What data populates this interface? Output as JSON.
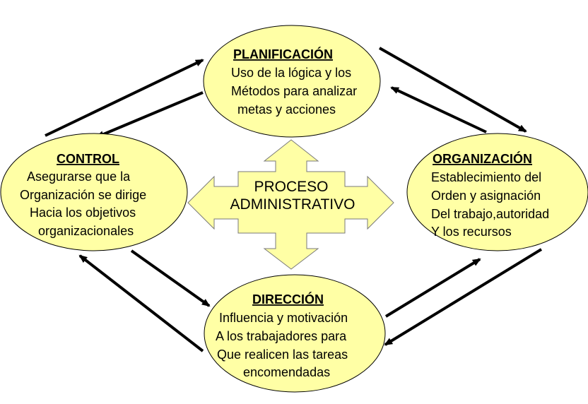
{
  "title": "PROCESO ADMINISTRATIVO",
  "center": {
    "line1": "PROCESO",
    "line2": "ADMINISTRATIVO"
  },
  "nodes": {
    "planificacion": {
      "title": "PLANIFICACIÓN",
      "lines": [
        "Uso de la lógica y los",
        "Métodos para analizar",
        "metas y acciones"
      ]
    },
    "organizacion": {
      "title": "ORGANIZACIÓN",
      "lines": [
        "Establecimiento del",
        "Orden y asignación",
        "Del trabajo,autoridad",
        "Y los recursos"
      ]
    },
    "direccion": {
      "title": "DIRECCIÓN",
      "lines": [
        "Influencia y motivación",
        "A los trabajadores para",
        "Que realicen las tareas",
        "encomendadas"
      ]
    },
    "control": {
      "title": "CONTROL",
      "lines": [
        "Asegurarse que la",
        "Organización se dirige",
        "Hacia los objetivos",
        "organizacionales"
      ]
    }
  },
  "colors": {
    "node_fill": "#ffffa5",
    "arrow": "#000000"
  }
}
